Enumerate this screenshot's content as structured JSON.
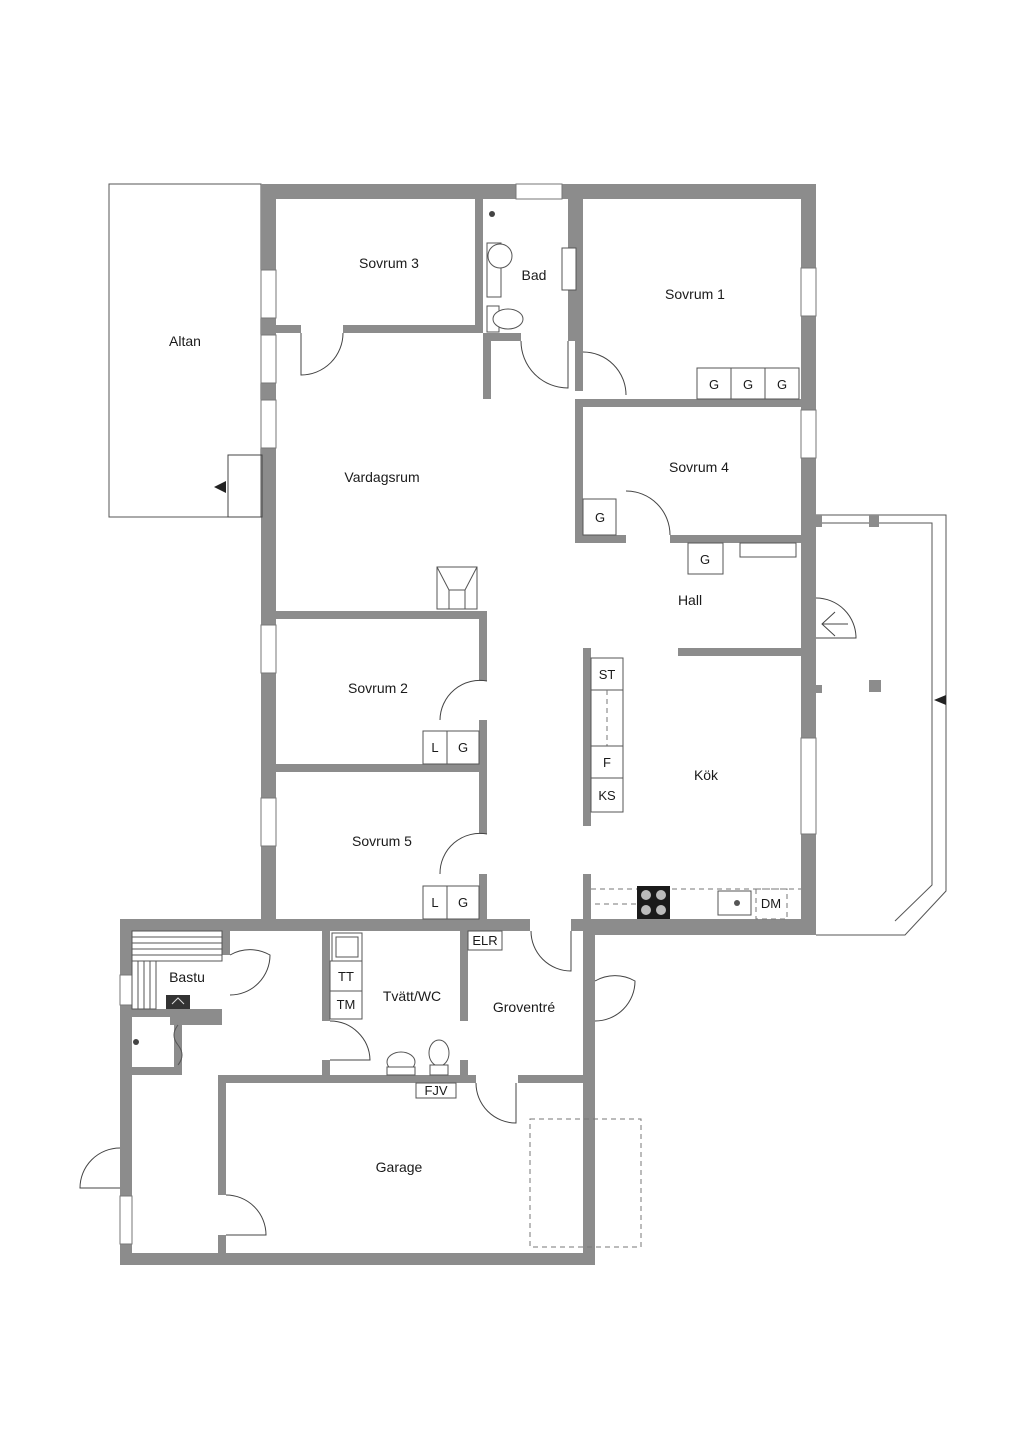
{
  "rooms": {
    "altan": "Altan",
    "sovrum3": "Sovrum 3",
    "bad": "Bad",
    "sovrum1": "Sovrum 1",
    "vardagsrum": "Vardagsrum",
    "sovrum4": "Sovrum 4",
    "hall": "Hall",
    "sovrum2": "Sovrum 2",
    "kok": "Kök",
    "sovrum5": "Sovrum 5",
    "bastu": "Bastu",
    "tvatt": "Tvätt/WC",
    "groventre": "Groventré",
    "garage": "Garage"
  },
  "fixtures": {
    "g": "G",
    "l": "L",
    "st": "ST",
    "f": "F",
    "ks": "KS",
    "dm": "DM",
    "elr": "ELR",
    "tt": "TT",
    "tm": "TM",
    "fjv": "FJV"
  },
  "colors": {
    "wall": "#8c8c8c",
    "line": "#555555"
  }
}
